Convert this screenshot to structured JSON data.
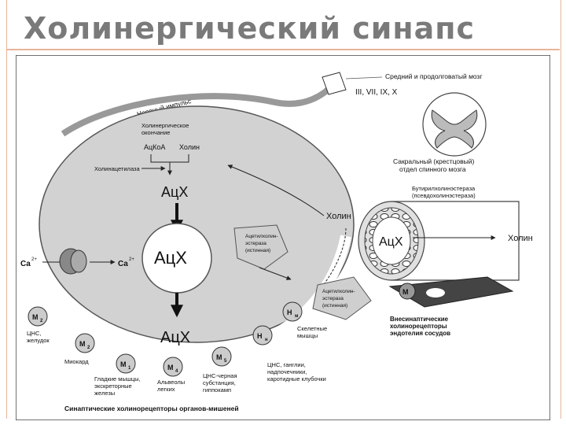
{
  "title": "Холинергический синапс",
  "labels": {
    "nerve_impulse": "Нервный импульс",
    "cholinergic_ending": [
      "Холинергическое",
      "окончание"
    ],
    "acetyl_coa": "АцКоА",
    "choline_top": "Холин",
    "choline_acetylase": "Холинацетилаза",
    "ach_top": "АцХ",
    "ach_vesicle": "АцХ",
    "ach_cleft": "АцХ",
    "ca_left": "Ca",
    "ca_right": "Ca",
    "ca_charge": "2+",
    "choline_mid": "Холин",
    "ache_true_1": [
      "Ацетилхолин-",
      "эстераза",
      "(истинная)"
    ],
    "ache_true_2": [
      "Ацетилхолин-",
      "эстераза",
      "(истинная)"
    ],
    "brain": "Средний и продолговатый мозг",
    "nerves": "III, VII, IX, X",
    "sacral": [
      "Сакральный (крестцовый)",
      "отдел спинного мозга"
    ],
    "butyryl": [
      "Бутирилхолинэстераза",
      "(псевдохолинэстераза)"
    ],
    "ach_vessel": "АцХ",
    "choline_vessel": "Холин",
    "m3_vessel": "М",
    "extrasynaptic": [
      "Внесинаптические",
      "холинорецепторы",
      "эндотелия сосудов"
    ],
    "footer": "Синаптические холинорецепторы органов-мишеней"
  },
  "receptors": [
    {
      "id": "M2a",
      "name": "М",
      "sub": "2"
    },
    {
      "id": "M2b",
      "name": "М",
      "sub": "2"
    },
    {
      "id": "M1",
      "name": "М",
      "sub": "1"
    },
    {
      "id": "M4",
      "name": "М",
      "sub": "4"
    },
    {
      "id": "M5",
      "name": "М",
      "sub": "5"
    },
    {
      "id": "Nn",
      "name": "Н",
      "sub": "н"
    },
    {
      "id": "Nm",
      "name": "Н",
      "sub": "м"
    }
  ],
  "organs": {
    "cns_stomach": [
      "ЦНС,",
      "желудок"
    ],
    "myocard": "Миокард",
    "smooth": [
      "Гладкие мышцы,",
      "экскреторные",
      "железы"
    ],
    "alveoli": [
      "Альвеолы",
      "легких"
    ],
    "cns_black": [
      "ЦНС-черная",
      "субстанция,",
      "гиппокамп"
    ],
    "cns_ganglia": [
      "ЦНС, ганглии,",
      "надпочечники,",
      "каротидные клубочки"
    ],
    "skeletal": [
      "Скелетные",
      "мышцы"
    ]
  }
}
